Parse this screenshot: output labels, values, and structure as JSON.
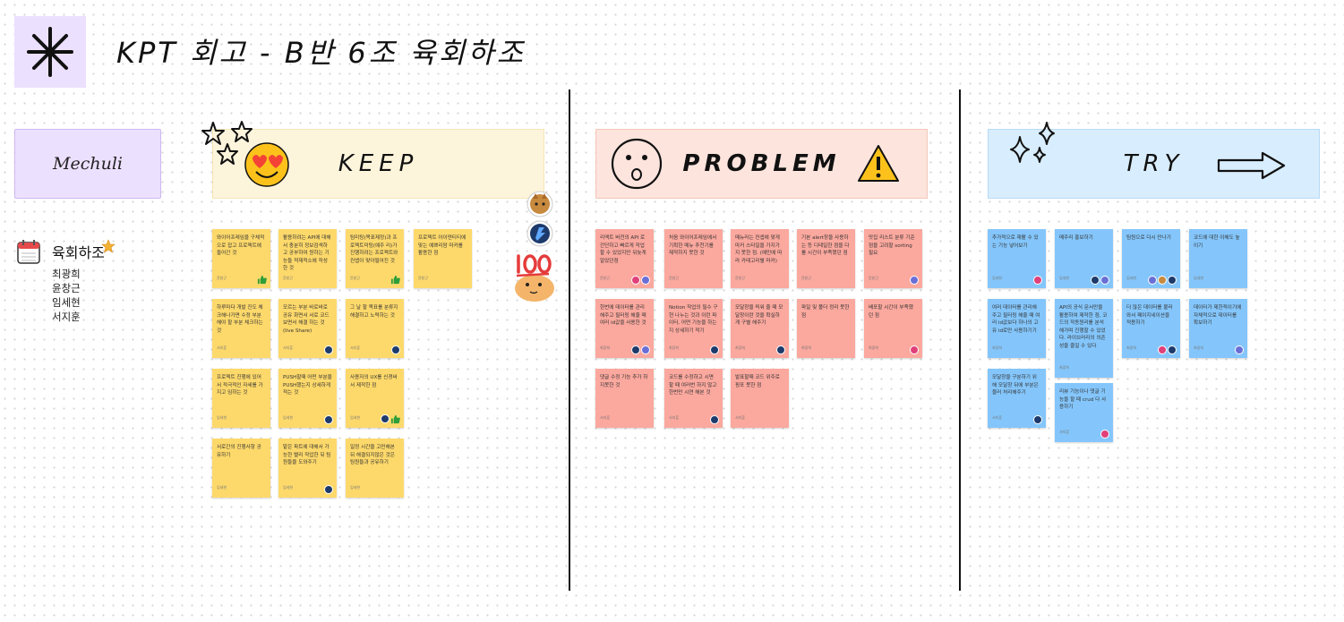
{
  "header": {
    "title": "KPT 회고 - B반 6조 육회하조"
  },
  "team": {
    "label": "Mechuli",
    "name": "육회하조",
    "members": [
      "최광희",
      "윤창근",
      "임세현",
      "서지훈"
    ]
  },
  "columns": {
    "keep": {
      "label": "KEEP"
    },
    "problem": {
      "label": "PROBLEM"
    },
    "try": {
      "label": "TRY"
    }
  },
  "notes": {
    "keep": [
      {
        "text": "와이어프레임을 구체적으로 잡고 프로젝트에 들어간 것",
        "author": "윤창근"
      },
      {
        "text": "활용하려는 API에 대해서 충분히 정보검색하고 공부하여 원하는 기능들 적재적소에 작성한 것",
        "author": "윤창근"
      },
      {
        "text": "팀미팅(목표제정)과 프로젝트미팅(예주 리)가 진행하려는 프로젝트와 컨셉이 맞아떨어진 것",
        "author": "윤창근"
      },
      {
        "text": "프로젝트 아이덴티티에 맞는 예쁘리맘 마커를 활용한 점",
        "author": "윤창근"
      },
      {
        "text": "하루마다 개발 진도 체크해나가면 수정 부분 해야 할 부분 체크하는 것",
        "author": "서지훈"
      },
      {
        "text": "모르는 부분 바로바로 공유 화면서 서로 코드 보면서 해결 하는 것(live Share)",
        "author": "서지훈"
      },
      {
        "text": "그 날 할 목표를 분류지 해결하고 노력하는 것",
        "author": "서지훈"
      },
      {
        "text": "프로젝트 진행에 있어서 적극적인 자세를 가지고 임하는 것",
        "author": "임세현"
      },
      {
        "text": "PUSH할때 어떤 부분을 PUSH했는지 상세하게 적는 것",
        "author": "임세현"
      },
      {
        "text": "사용자의 UX를 신경써서 제작한 점",
        "author": "임세현"
      },
      {
        "text": "서로간의 진행사항 공유하기",
        "author": "임세현"
      },
      {
        "text": "맡은 파트에 대해서 가능한 빨리 작업한 뒤 팀원들을 도와주기",
        "author": "임세현"
      },
      {
        "text": "일정 시간을 고민해본 뒤 해결되지않은 것은 팀원들과 공유하기",
        "author": "임세현"
      }
    ],
    "problem": [
      {
        "text": "리액트 버전의 API 로 간단하고 빠르게 작업할 수 있었지만 뒤늦게 알았던점",
        "author": "윤창근"
      },
      {
        "text": "처음 와이어프레임에서 기획한 메뉴 추천기를 제작하지 못한 것",
        "author": "윤창근"
      },
      {
        "text": "메뉴라는 컨셉에 맞게 마커 스타일을 가지가지 못한 점. (예민에 따라 카테고리별 마커)",
        "author": "윤창근"
      },
      {
        "text": "기본 alert창을 사용하는 등 디테일한 점을 다룰 시간이 부족했던 점",
        "author": "윤창근"
      },
      {
        "text": "맛집 리스트 분류 기준점을 고려할 sorting 필요",
        "author": "윤창근"
      },
      {
        "text": "한번에 데이터를 관리해주고 필터링 해줄 때 여러 id값을 사용한 것",
        "author": "최광희"
      },
      {
        "text": "Notion 작업의 필수 구현 나누는 것과 이런 파이터, 어떤 기능을 하는지 상세하기 적기",
        "author": "최광희"
      },
      {
        "text": "모달창을 띄워 줄 때 모달창이란 것을 확실하게 구별 해주기",
        "author": "최광희"
      },
      {
        "text": "파일 및 폴더 정리 못한 점",
        "author": "최광희"
      },
      {
        "text": "배포할 시간이 부족했던 점",
        "author": "최광희"
      },
      {
        "text": "댓글 수정 기능 추가 하지못한 것",
        "author": "서지훈"
      },
      {
        "text": "코드를 수정하고 시면 할 때 여러번 하지 않고 한번만 시연 해본 것",
        "author": "서지훈"
      },
      {
        "text": "발표할때 코드 위주로 핑포 못한 점",
        "author": "서지훈"
      }
    ],
    "try": [
      {
        "text": "추가적으로 재활 수 있는 기능 넣어보기",
        "author": "임세현"
      },
      {
        "text": "메주리 홍보하기",
        "author": "임세현"
      },
      {
        "text": "팀원으로 다시 만나기",
        "author": "임세현"
      },
      {
        "text": "코드에 대한 이해도 높이기",
        "author": "임세현"
      },
      {
        "text": "여러 데이터를 관리해주고 필터링 해줄 때 여러 id값보다 하나의 고유 id로만 사용하기기",
        "author": "최광희"
      },
      {
        "text": "API의 공식 문서만을 활용하여 제작한 점, 코드의 작동원리를 분석해가며 진행할 수 있었다. 라이브러리의 의존성을 줄일 수 있다",
        "author": "최광희"
      },
      {
        "text": "더 많은 데이터를 불러와서 페이지네이션을 적용하기",
        "author": "최광희"
      },
      {
        "text": "데이터가 제한적이기에 자체적으로 데이터를 확보하기",
        "author": "최광희"
      },
      {
        "text": "모달창을 구분하기 위해 모달창 뒤에 부분은 블러 처리해주기",
        "author": "서지훈"
      },
      {
        "text": "리뷰 기능이나 댓글 기능을 할 때 crud 다 사용하기",
        "author": "서지훈"
      }
    ]
  },
  "colors": {
    "keep_note": "#fdd96b",
    "problem_note": "#fba89e",
    "try_note": "#84c6fb",
    "keep_header": "#fdf4dc",
    "problem_header": "#fde4dd",
    "try_header": "#d8edfd",
    "team_box": "#ece0ff"
  },
  "icons": {
    "logo": "asterisk-logo-icon",
    "keep": [
      "stars-doodle-icon",
      "heart-eyes-emoji-icon"
    ],
    "problem": [
      "surprised-face-doodle-icon",
      "warning-icon"
    ],
    "try": [
      "sparkle-doodle-icon",
      "right-arrow-doodle-icon"
    ],
    "team": "calendar-icon",
    "stickers": [
      "cat-avatar-sticker",
      "blue-avatar-sticker",
      "hundred-cat-sticker"
    ]
  }
}
